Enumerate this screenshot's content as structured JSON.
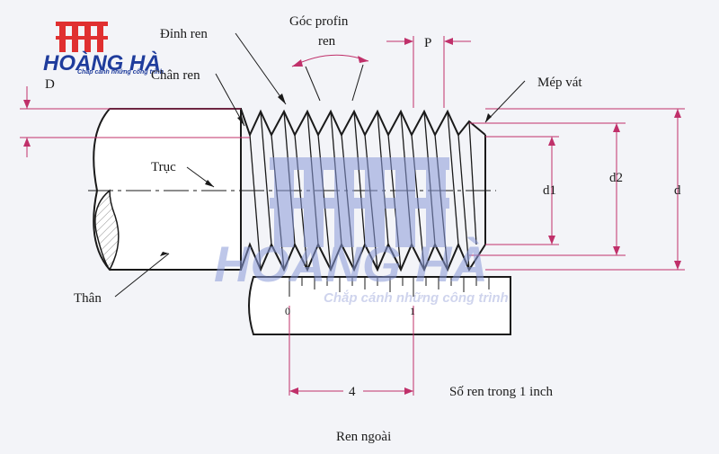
{
  "logo": {
    "brand": "HOÀNG HÀ",
    "tagline": "Chắp cánh những công trình"
  },
  "watermark": {
    "brand": "HOÀNG HÀ",
    "tagline": "Chắp cánh những công trình"
  },
  "labels": {
    "dinh_ren": "Đỉnh ren",
    "goc_profin_line1": "Góc profin",
    "goc_profin_line2": "ren",
    "p": "P",
    "chan_ren": "Chân ren",
    "d_upper": "D",
    "mep_vat": "Mép vát",
    "truc": "Trục",
    "d1": "d1",
    "d2": "d2",
    "d": "d",
    "than": "Thân",
    "scale_0": "0",
    "scale_1": "1",
    "dim_4": "4",
    "so_ren": "Số ren trong 1 inch",
    "caption": "Ren ngoài"
  },
  "colors": {
    "dimension_line": "#c0306a",
    "outline": "#1a1a1a",
    "watermark_blue": "#8a9ad8",
    "logo_red": "#e03030",
    "logo_blue": "#1f3c9c"
  }
}
